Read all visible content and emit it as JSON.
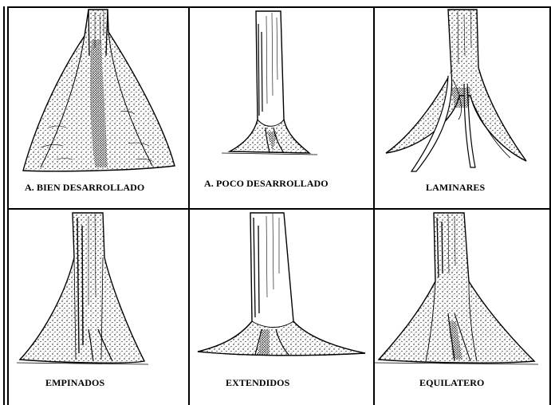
{
  "panels": [
    {
      "id": "bien",
      "label": "A. BIEN DESARROLLADO"
    },
    {
      "id": "poco",
      "label": "A. POCO DESARROLLADO"
    },
    {
      "id": "laminares",
      "label": "LAMINARES"
    },
    {
      "id": "empinados",
      "label": "EMPINADOS"
    },
    {
      "id": "extendidos",
      "label": "EXTENDIDOS"
    },
    {
      "id": "equilatero",
      "label": "EQUILATERO"
    }
  ]
}
